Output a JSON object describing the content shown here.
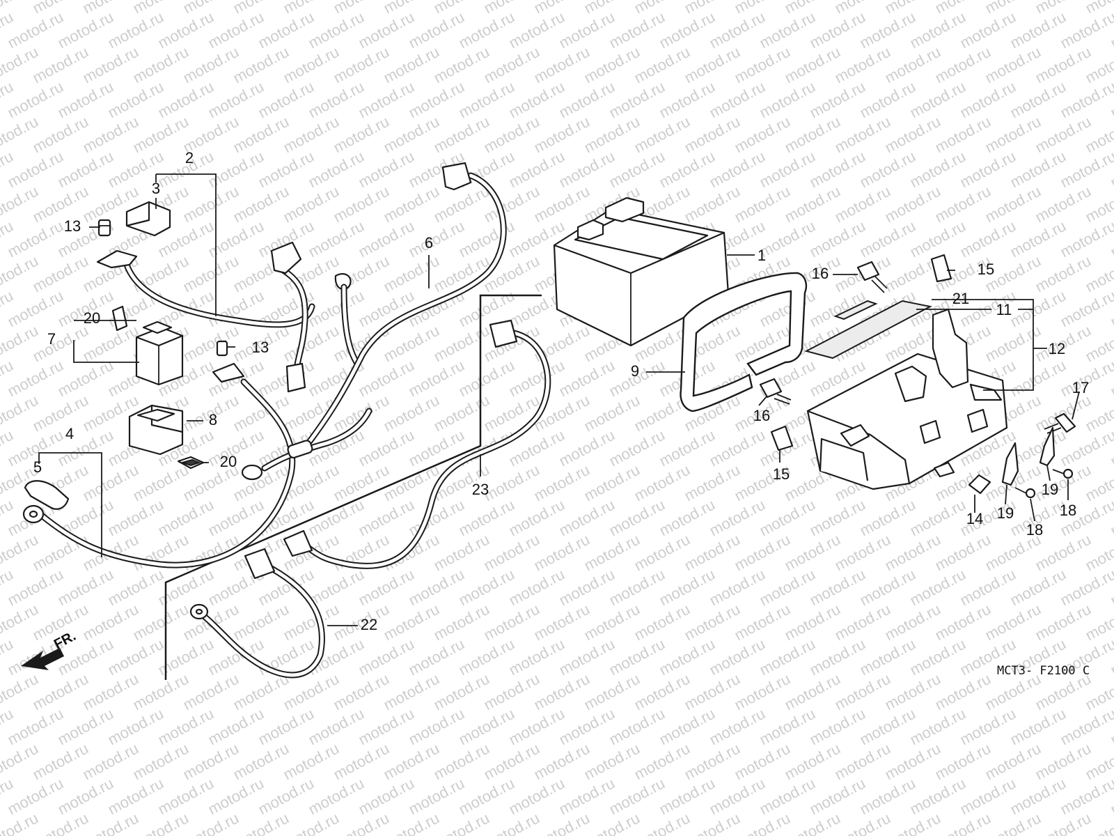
{
  "watermark": {
    "text": "motod.ru",
    "color": "#bdbdbd"
  },
  "diagram_code": "MCT3- F2100 C",
  "front_arrow_label": "FR.",
  "callouts": {
    "c1": "1",
    "c2": "2",
    "c3": "3",
    "c4": "4",
    "c5": "5",
    "c6": "6",
    "c7": "7",
    "c8": "8",
    "c9": "9",
    "c11": "11",
    "c12": "12",
    "c13a": "13",
    "c13b": "13",
    "c14": "14",
    "c15a": "15",
    "c15b": "15",
    "c16a": "16",
    "c16b": "16",
    "c17": "17",
    "c18a": "18",
    "c18b": "18",
    "c19a": "19",
    "c19b": "19",
    "c20a": "20",
    "c20b": "20",
    "c21": "21",
    "c22": "22",
    "c23": "23"
  }
}
